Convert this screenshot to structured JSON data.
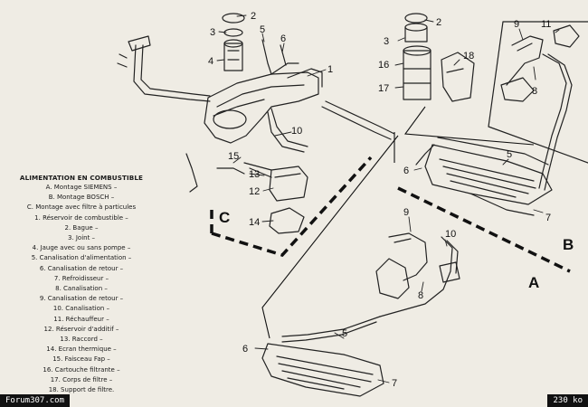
{
  "legend": {
    "title": "ALIMENTATION EN COMBUSTIBLE",
    "items": [
      "A. Montage SIEMENS –",
      "B. Montage BOSCH –",
      "C. Montage avec filtre à particules",
      "1. Réservoir de combustible –",
      "2. Bague –",
      "3. Joint –",
      "4. Jauge avec ou sans pompe –",
      "5. Canalisation d'alimentation –",
      "6. Canalisation de retour –",
      "7. Refroidisseur –",
      "8. Canalisation –",
      "9. Canalisation de retour –",
      "10. Canalisation –",
      "11. Réchauffeur –",
      "12. Réservoir d'additif –",
      "13. Raccord –",
      "14. Ecran thermique –",
      "15. Faisceau Fap –",
      "16. Cartouche filtrante –",
      "17. Corps de filtre –",
      "18. Support de filtre."
    ]
  },
  "section_labels": {
    "a": "A",
    "b": "B",
    "c": "C"
  },
  "callouts": {
    "c1": "1",
    "c2a": "2",
    "c3a": "3",
    "c4": "4",
    "c5a": "5",
    "c6a": "6",
    "c10a": "10",
    "c15": "15",
    "c13": "13",
    "c12": "12",
    "c14": "14",
    "c2b": "2",
    "c3b": "3",
    "c16": "16",
    "c17": "17",
    "c18": "18",
    "c9a": "9",
    "c11": "11",
    "c8a": "8",
    "c5b": "5",
    "c6b": "6",
    "c7b": "7",
    "c9b": "9",
    "c10b": "10",
    "c8b": "8",
    "c5c": "5",
    "c6c": "6",
    "c7c": "7"
  },
  "footer": {
    "forum": "Forum307.com",
    "size": "230 ko"
  }
}
